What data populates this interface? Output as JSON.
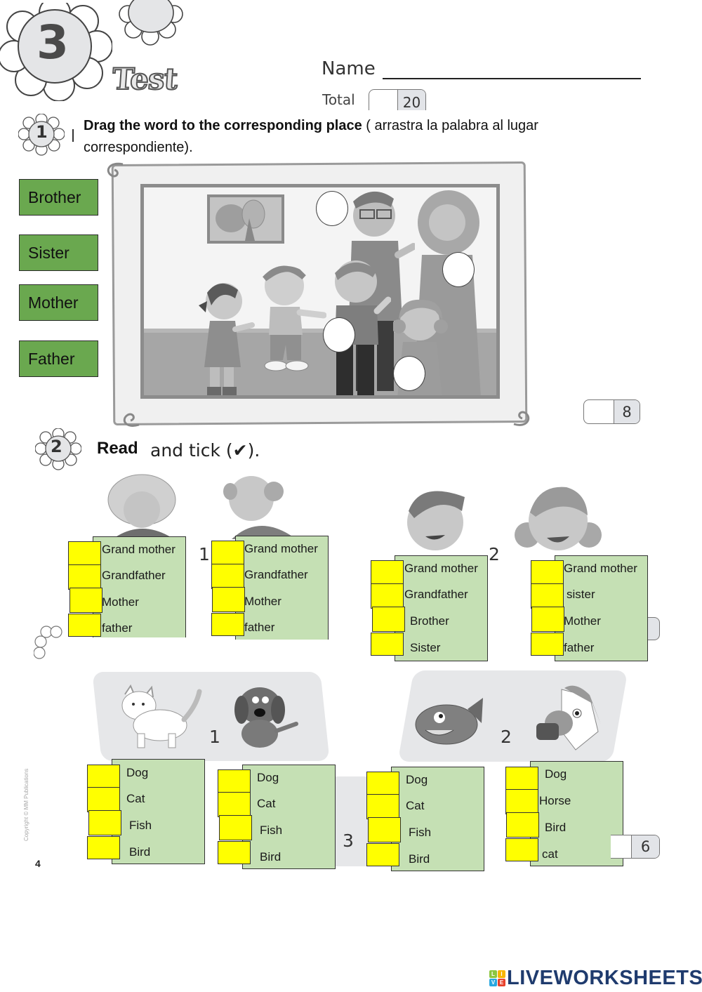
{
  "header": {
    "unit_number": "3",
    "title": "Test",
    "name_label": "Name",
    "total_label": "Total",
    "total_max": "20"
  },
  "section1": {
    "number": "1",
    "instruction_bold": "Drag  the word to the corresponding place",
    "instruction_rest": " ( arrastra la palabra al lugar correspondiente).",
    "words": [
      "Brother",
      "Sister",
      "Mother",
      "Father"
    ],
    "drop_targets": 4,
    "score_max": "8"
  },
  "section2": {
    "number": "2",
    "title_bold": "Read",
    "title_rest": "and tick (✔).",
    "family_groups": [
      {
        "label": "",
        "options": [
          "Grand mother",
          "Grandfather",
          "Mother",
          "father"
        ]
      },
      {
        "label": "1",
        "options": [
          "Grand mother",
          "Grandfather",
          "Mother",
          "father"
        ]
      },
      {
        "label": "2",
        "options": [
          "Grand mother",
          "Grandfather",
          "Brother",
          "Sister"
        ]
      },
      {
        "label": "",
        "options": [
          "Grand mother",
          "sister",
          "Mother",
          "father"
        ]
      }
    ],
    "animal_scene_labels": [
      "1",
      "2",
      "3"
    ],
    "animal_groups": [
      {
        "options": [
          "Dog",
          "Cat",
          "Fish",
          "Bird"
        ]
      },
      {
        "options": [
          "Dog",
          "Cat",
          "Fish",
          "Bird"
        ]
      },
      {
        "options": [
          "Dog",
          "Cat",
          "Fish",
          "Bird"
        ]
      },
      {
        "options": [
          "Dog",
          "Horse",
          "Bird",
          "cat"
        ]
      }
    ],
    "score_max": "6"
  },
  "footer": {
    "copyright": "Copyright © MM Publications",
    "page_number": "4",
    "logo_tiles": [
      "L",
      "I",
      "V",
      "E"
    ],
    "logo_text": "LIVEWORKSHEETS"
  },
  "colors": {
    "word_chip": "#6aa84f",
    "option_panel": "#c5e0b4",
    "check_box": "#ffff00",
    "logo": "#1f3b6e"
  }
}
